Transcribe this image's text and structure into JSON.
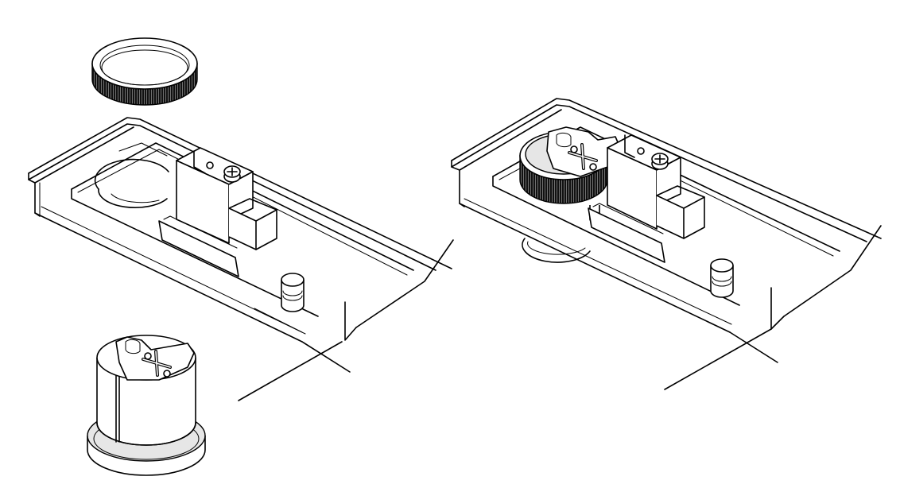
{
  "figure": {
    "panels": [
      {
        "id": "left",
        "description_state": "disassembled"
      },
      {
        "id": "right",
        "description_state": "assembled"
      }
    ],
    "colors": {
      "line": "#000000",
      "fill": "#ffffff",
      "shade": "#e6e6e6",
      "knurl": "#1a1a1a"
    },
    "icons": [
      "knurled-ring-icon",
      "cylinder-lock-icon",
      "phillips-screw-icon",
      "rail-housing-icon"
    ]
  }
}
